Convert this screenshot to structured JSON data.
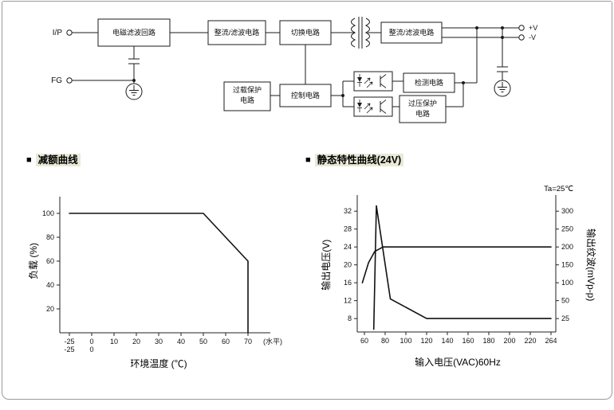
{
  "diagram": {
    "input_label": "I/P",
    "fg_label": "FG",
    "output_pos_label": "+V",
    "output_neg_label": "-V",
    "blocks": {
      "emi_filter": "电磁滤波回路",
      "rectifier_filter_in": "整流/滤波电路",
      "switching": "切换电路",
      "rectifier_filter_out": "整流/滤波电路",
      "overload_line1": "过载保护",
      "overload_line2": "电路",
      "control": "控制电路",
      "detection": "检测电路",
      "overvoltage_line1": "过压保护",
      "overvoltage_line2": "电路"
    }
  },
  "sections": [
    {
      "marker": "■",
      "title": "减额曲线"
    },
    {
      "marker": "■",
      "title": "静态特性曲线(24V)"
    }
  ],
  "chart_data": [
    {
      "type": "line",
      "title": "减额曲线",
      "xlabel": "环境温度 (℃)",
      "ylabel": "负载 (%)",
      "x_ticks": [
        -25,
        0,
        10,
        20,
        30,
        40,
        50,
        60,
        70
      ],
      "x_ticks_row2": [
        "-25",
        "0"
      ],
      "x_axis_suffix": "(水平)",
      "y_ticks": [
        20,
        40,
        60,
        80,
        100
      ],
      "ylim": [
        0,
        110
      ],
      "grid": false,
      "legend": "none",
      "series": [
        {
          "name": "load_vs_temperature",
          "points": [
            [
              -25,
              100
            ],
            [
              50,
              100
            ],
            [
              70,
              60
            ],
            [
              70,
              0
            ]
          ]
        }
      ]
    },
    {
      "type": "line",
      "title": "静态特性曲线(24V)",
      "annotation": "Ta=25℃",
      "xlabel": "输入电压(VAC)60Hz",
      "ylabel_left": "输出电压(V)",
      "ylabel_right": "输出纹波(mVp-p)",
      "x_ticks": [
        60,
        80,
        100,
        120,
        140,
        160,
        180,
        200,
        220,
        264
      ],
      "y_ticks_left": [
        8,
        12,
        16,
        20,
        24,
        28,
        32
      ],
      "y_ticks_right": [
        25,
        50,
        100,
        150,
        200,
        250,
        300
      ],
      "ylim_left": [
        5,
        34
      ],
      "grid": false,
      "legend": "none",
      "series": [
        {
          "name": "output_voltage",
          "axis": "left",
          "points": [
            [
              58,
              16
            ],
            [
              64,
              20.5
            ],
            [
              70,
              23
            ],
            [
              78,
              24
            ],
            [
              264,
              24
            ]
          ]
        },
        {
          "name": "output_ripple",
          "axis": "right",
          "points": [
            [
              69,
              10
            ],
            [
              71.5,
              315
            ],
            [
              85,
              55
            ],
            [
              120,
              25
            ],
            [
              264,
              25
            ]
          ]
        }
      ]
    }
  ]
}
